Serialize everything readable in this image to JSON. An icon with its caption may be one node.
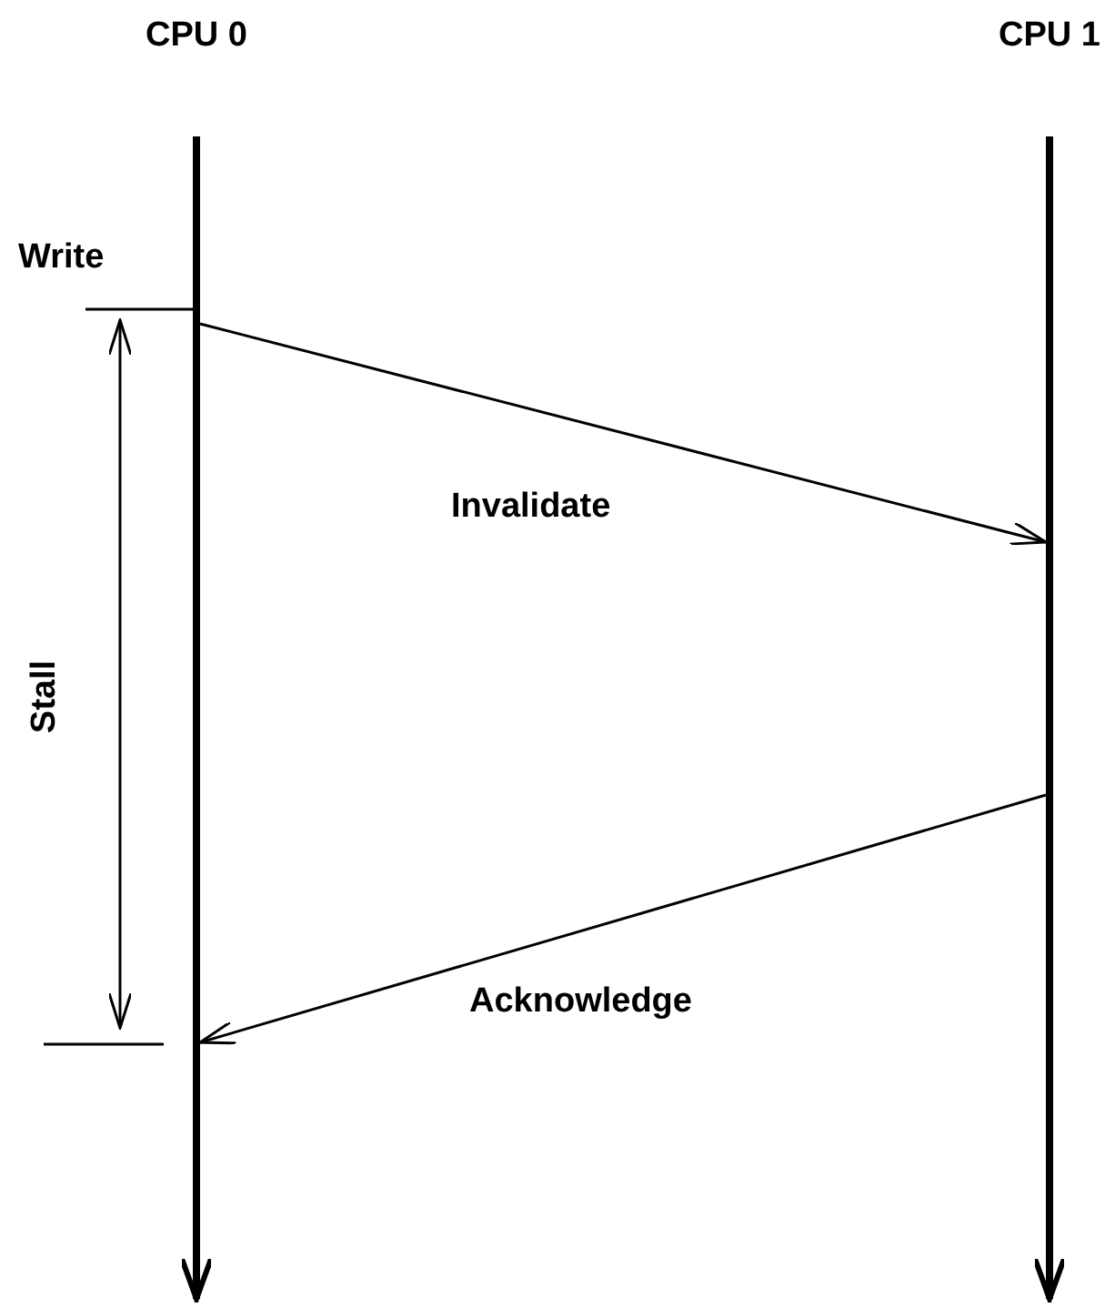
{
  "diagram": {
    "nodes": [
      {
        "text": [
          "CPU 0"
        ]
      },
      {
        "text": [
          "CPU 1"
        ]
      }
    ],
    "edges": [
      {
        "from": 0,
        "to": 1,
        "arrow": "to",
        "label": "Invalidate"
      },
      {
        "from": 1,
        "to": 0,
        "arrow": "to",
        "label": "Acknowledge"
      }
    ],
    "labels": [
      "Write",
      "Stall"
    ]
  }
}
